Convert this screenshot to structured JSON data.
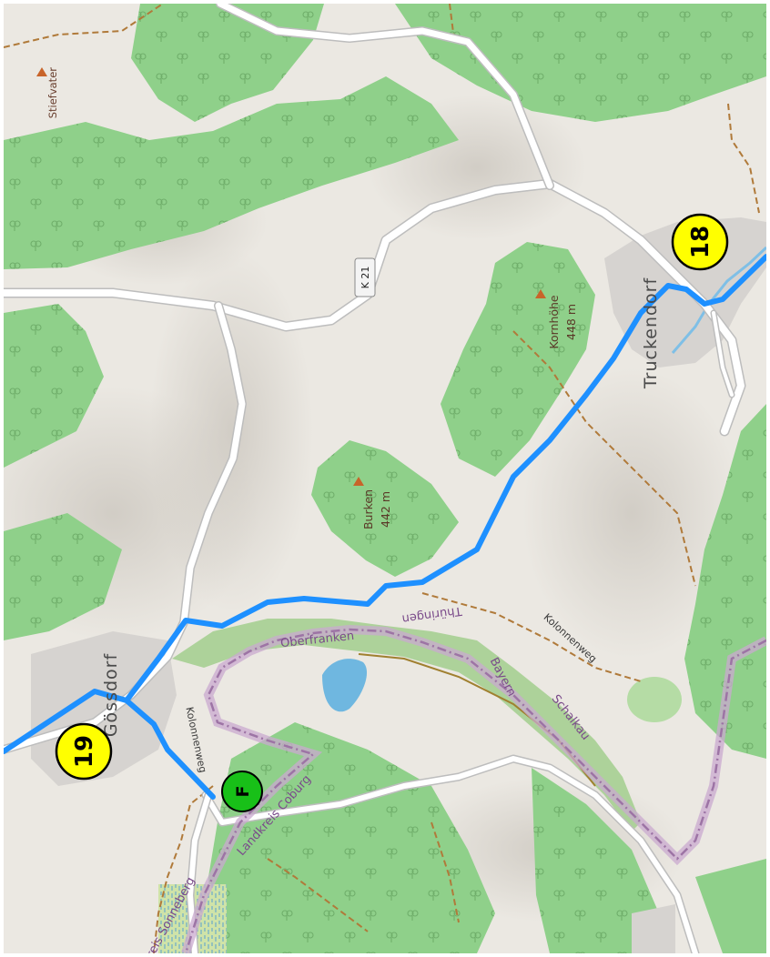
{
  "map": {
    "places": {
      "goessdorf": "Gössdorf",
      "truckendorf": "Truckendorf"
    },
    "peaks": [
      {
        "name": "Burken",
        "elevation": "442 m"
      },
      {
        "name": "Kornhöhe",
        "elevation": "448 m"
      }
    ],
    "poi": {
      "stiefvater": "Stiefvater"
    },
    "road_shield": "K 21",
    "borders": {
      "oberfranken": "Oberfranken",
      "thueringen": "Thüringen",
      "bayern": "Bayern",
      "schalkau": "Schalkau",
      "coburg": "Landkreis Coburg",
      "sonneberg": "Kreis Sonneberg"
    },
    "roads": {
      "kolonnenweg_left": "Kolonnenweg",
      "kolonnenweg_right": "Kolonnenweg"
    },
    "markers": {
      "m19": "19",
      "m18": "18",
      "finish": "F"
    },
    "colors": {
      "forest": "#8fd08a",
      "route": "#1e90ff",
      "marker_yellow": "#ffff00",
      "marker_green": "#18c018",
      "border_purple": "#a07aa8"
    }
  }
}
